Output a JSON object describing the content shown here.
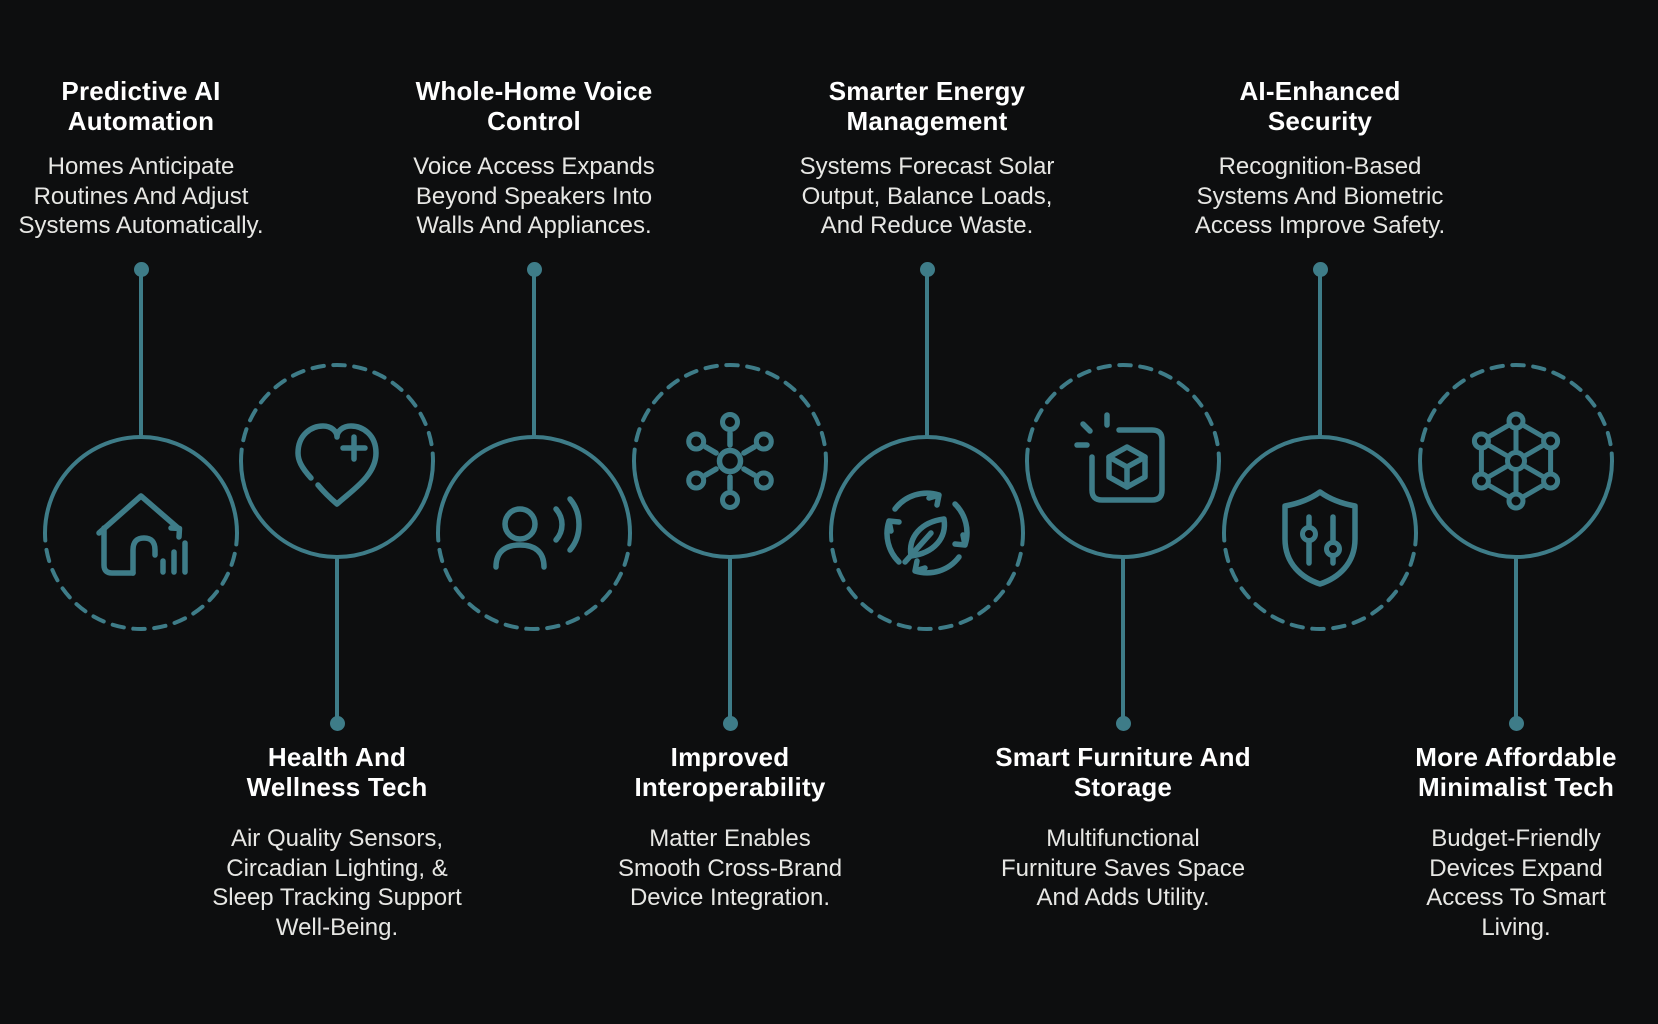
{
  "theme": {
    "background": "#0d0e0f",
    "accent": "#3e7c88",
    "title_color": "#ffffff",
    "body_color": "#e7e7e4"
  },
  "items": [
    {
      "title": "Predictive AI\nAutomation",
      "description": "Homes Anticipate\nRoutines And Adjust\nSystems Automatically.",
      "icon": "smart-home-icon",
      "label_position": "top"
    },
    {
      "title": "Health And\nWellness Tech",
      "description": "Air Quality Sensors,\nCircadian Lighting, &\nSleep Tracking Support\nWell-Being.",
      "icon": "heart-plus-icon",
      "label_position": "bottom"
    },
    {
      "title": "Whole-Home Voice\nControl",
      "description": "Voice Access Expands\nBeyond Speakers Into\nWalls And Appliances.",
      "icon": "voice-user-icon",
      "label_position": "top"
    },
    {
      "title": "Improved\nInteroperability",
      "description": "Matter Enables\nSmooth Cross-Brand\nDevice Integration.",
      "icon": "hub-network-icon",
      "label_position": "bottom"
    },
    {
      "title": "Smarter Energy\nManagement",
      "description": "Systems Forecast Solar\nOutput, Balance Loads,\nAnd Reduce Waste.",
      "icon": "eco-cycle-icon",
      "label_position": "top"
    },
    {
      "title": "Smart Furniture And\nStorage",
      "description": "Multifunctional\nFurniture Saves Space\nAnd Adds Utility.",
      "icon": "smart-box-icon",
      "label_position": "bottom"
    },
    {
      "title": "AI-Enhanced\nSecurity",
      "description": "Recognition-Based\nSystems And Biometric\nAccess Improve Safety.",
      "icon": "shield-settings-icon",
      "label_position": "top"
    },
    {
      "title": "More Affordable\nMinimalist Tech",
      "description": "Budget-Friendly\nDevices Expand\nAccess To Smart\nLiving.",
      "icon": "hex-network-icon",
      "label_position": "bottom"
    }
  ]
}
